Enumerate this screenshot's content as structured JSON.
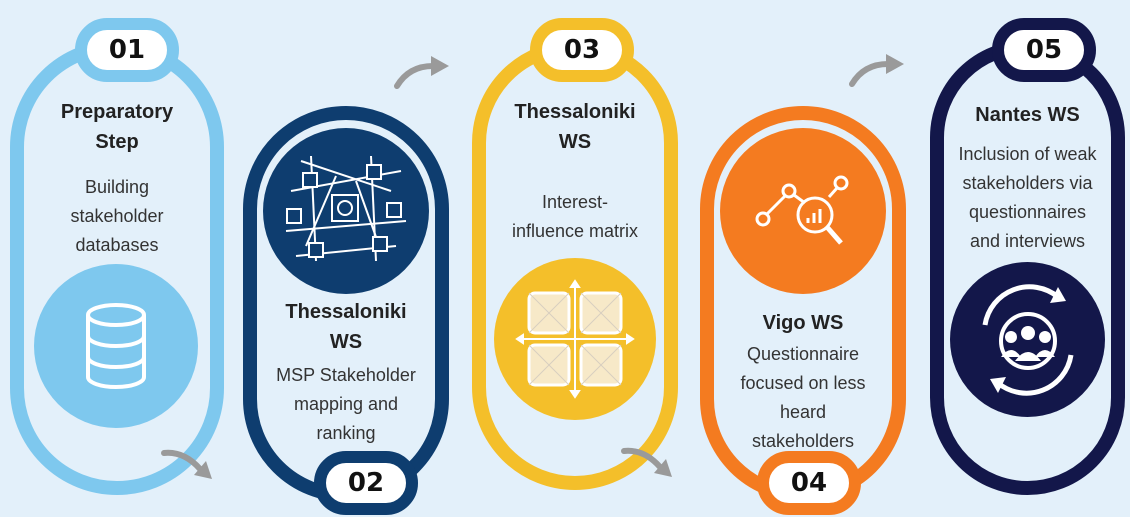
{
  "steps": [
    {
      "number": "01",
      "title": "Preparatory Step",
      "title_lines": [
        "Preparatory",
        "Step"
      ],
      "description": "Building stakeholder databases",
      "desc_lines": [
        "Building",
        "stakeholder",
        "databases"
      ],
      "icon": "database-icon",
      "color": "#7ec8ee"
    },
    {
      "number": "02",
      "title": "Thessaloniki WS",
      "title_lines": [
        "Thessaloniki",
        "WS"
      ],
      "description": "MSP Stakeholder mapping and ranking",
      "desc_lines": [
        "MSP Stakeholder",
        "mapping and",
        "ranking"
      ],
      "icon": "network-icon",
      "color": "#0e3d6f"
    },
    {
      "number": "03",
      "title": "Thessaloniki WS",
      "title_lines": [
        "Thessaloniki",
        "WS"
      ],
      "description": "Interest-influence matrix",
      "desc_lines": [
        "Interest-",
        "influence matrix"
      ],
      "icon": "matrix-grid-icon",
      "color": "#f4bf2a"
    },
    {
      "number": "04",
      "title": "Vigo WS",
      "title_lines": [
        "Vigo WS"
      ],
      "description": "Questionnaire focused on less heard stakeholders",
      "desc_lines": [
        "Questionnaire",
        "focused on less",
        "heard",
        "stakeholders"
      ],
      "icon": "data-search-icon",
      "color": "#f47b20"
    },
    {
      "number": "05",
      "title": "Nantes WS",
      "title_lines": [
        "Nantes WS"
      ],
      "description": "Inclusion of weak stakeholders via questionnaires and interviews",
      "desc_lines": [
        "Inclusion of weak",
        "stakeholders via",
        "questionnaires",
        "and interviews"
      ],
      "icon": "people-cycle-icon",
      "color": "#13174a"
    }
  ],
  "arrow_color": "#9a9a9a"
}
